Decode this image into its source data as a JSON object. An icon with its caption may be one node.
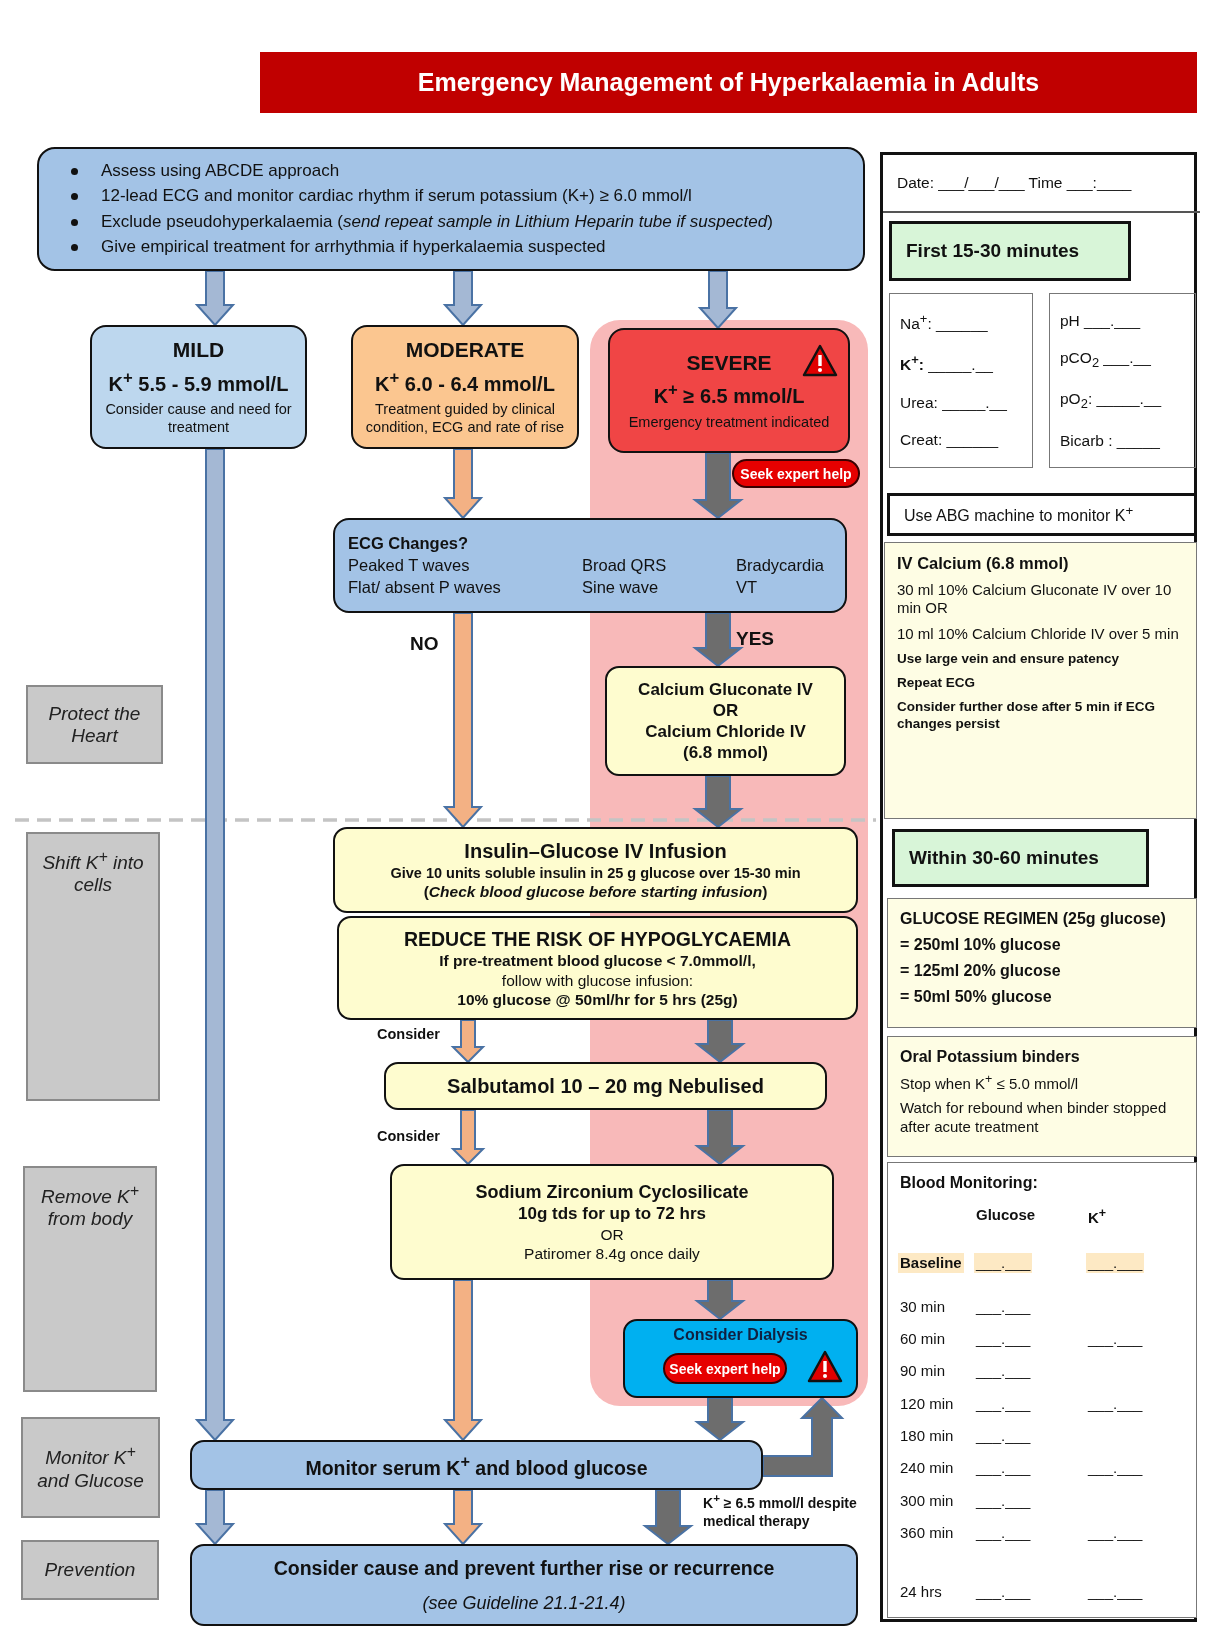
{
  "diagram": {
    "title": "Emergency Management of Hyperkalaemia in Adults",
    "nodes": [
      {
        "text": [
          "Assess using ABCDE approach",
          "12-lead ECG and monitor cardiac rhythm if serum potassium (K+) ≥ 6.0 mmol/l",
          "Exclude pseudohyperkalaemia (*send repeat sample in Lithium Heparin tube if suspected*)",
          "Give empirical treatment for arrhythmia if hyperkalaemia suspected"
        ]
      },
      {
        "text": [
          "MILD",
          "K$^{+}$ 5.5 - 5.9 mmol/L",
          "Consider cause and need for treatment"
        ]
      },
      {
        "text": [
          "MODERATE",
          "K$^{+}$ 6.0 - 6.4 mmol/L",
          "Treatment guided by clinical condition, ECG and rate of rise"
        ]
      },
      {
        "text": [
          "SEVERE",
          "K$^{+}$ ≥ 6.5 mmol/L",
          "Emergency treatment indicated"
        ]
      },
      {
        "text": [
          "Seek expert help"
        ]
      },
      {
        "text": [
          "ECG Changes?",
          "Peaked T waves",
          "Broad QRS",
          "Bradycardia",
          "Flat/ absent P waves",
          "Sine wave",
          "VT"
        ]
      },
      {
        "text": [
          "Calcium Gluconate IV",
          "OR",
          "Calcium Chloride IV",
          "(6.8 mmol)"
        ]
      },
      {
        "text": [
          "Insulin–Glucose IV Infusion",
          "Give 10 units soluble insulin in 25 g glucose over 15-30 min",
          "(*Check blood glucose before starting infusion*)"
        ]
      },
      {
        "text": [
          "REDUCE THE RISK OF HYPOGLYCAEMIA",
          "If pre-treatment blood glucose < 7.0mmol/l,",
          "follow with glucose infusion:",
          "10% glucose @ 50ml/hr for 5 hrs (25g)"
        ]
      },
      {
        "text": [
          "Salbutamol 10 – 20 mg Nebulised"
        ]
      },
      {
        "text": [
          "Sodium Zirconium Cyclosilicate",
          "10g tds for up to 72 hrs",
          "OR",
          "Patiromer 8.4g once daily"
        ]
      },
      {
        "text": [
          "Consider Dialysis"
        ]
      },
      {
        "text": [
          "Seek expert help"
        ],
        "in": 11
      },
      {
        "text": [
          "Monitor serum K$^{+}$ and blood glucose"
        ]
      },
      {
        "text": [
          "Consider cause and prevent further rise or recurrence",
          "(see Guideline 21.1-21.4)"
        ]
      },
      {
        "text": [
          "Protect the Heart"
        ]
      },
      {
        "text": [
          "Shift K$^{+}$ into cells"
        ]
      },
      {
        "text": [
          "Remove K$^{+}$ from body"
        ]
      },
      {
        "text": [
          "Monitor K$^{+}$ and Glucose"
        ]
      },
      {
        "text": [
          "Prevention"
        ]
      },
      {
        "text": [],
        "shape": "box"
      },
      {
        "text": [
          "Date: ___/___/___ Time ___:____"
        ],
        "in": 20
      },
      {
        "text": [
          "First 15-30 minutes"
        ],
        "in": 20
      },
      {
        "text": [
          "Na$^{+}$: ______",
          "**K$^{+}$:** _____.__",
          "Urea: _____.__",
          "Creat: ______"
        ],
        "in": 20
      },
      {
        "text": [
          "pH ___.___",
          "pCO$_{2}$ ___.__",
          "pO$_{2}$: _____.__",
          "Bicarb : _____"
        ],
        "in": 20
      },
      {
        "text": [
          "Use ABG machine to monitor K$^{+}$"
        ],
        "in": 20
      },
      {
        "text": [
          "IV Calcium (6.8 mmol)",
          "30 ml 10% Calcium Gluconate IV over 10 min OR",
          "10 ml 10% Calcium Chloride IV over 5 min",
          "Use large vein and ensure patency",
          "Repeat ECG",
          "Consider further dose after 5 min if ECG changes persist"
        ],
        "in": 20
      },
      {
        "text": [
          "Within 30-60 minutes"
        ],
        "in": 20
      },
      {
        "text": [
          "GLUCOSE REGIMEN (25g glucose)",
          "= 250ml 10% glucose",
          "= 125ml 20% glucose",
          "= 50ml 50% glucose"
        ],
        "in": 20
      },
      {
        "text": [
          "Oral Potassium binders",
          "Stop when K$^{+}$ ≤ 5.0 mmol/l",
          "Watch for rebound when binder stopped after acute treatment"
        ],
        "in": 20
      },
      {
        "text": [
          "Blood Monitoring:"
        ],
        "in": 20
      }
    ],
    "edges": [
      {
        "from": 0,
        "to": 1,
        "arrow": "to",
        "color": "#a4b8d4"
      },
      {
        "from": 0,
        "to": 2,
        "arrow": "to",
        "color": "#a4b8d4"
      },
      {
        "from": 0,
        "to": 3,
        "arrow": "to",
        "color": "#a4b8d4"
      },
      {
        "from": 2,
        "to": 5,
        "arrow": "to",
        "color": "#f3b184"
      },
      {
        "from": 3,
        "to": 5,
        "arrow": "to"
      },
      {
        "from": 5,
        "to": 7,
        "arrow": "to",
        "label": "NO",
        "color": "#f3b184"
      },
      {
        "from": 5,
        "to": 6,
        "arrow": "to",
        "label": "YES"
      },
      {
        "from": 6,
        "to": 7,
        "arrow": "to"
      },
      {
        "from": 1,
        "to": 13,
        "arrow": "to",
        "color": "#a4b8d4"
      },
      {
        "from": 8,
        "to": 9,
        "arrow": "to",
        "label": "Consider",
        "color": "#f3b184"
      },
      {
        "from": 8,
        "to": 9,
        "arrow": "to"
      },
      {
        "from": 9,
        "to": 10,
        "arrow": "to",
        "label": "Consider",
        "color": "#f3b184"
      },
      {
        "from": 9,
        "to": 10,
        "arrow": "to"
      },
      {
        "from": 10,
        "to": 13,
        "arrow": "to",
        "color": "#f3b184"
      },
      {
        "from": 10,
        "to": 11,
        "arrow": "to"
      },
      {
        "from": 11,
        "to": 13,
        "arrow": "to"
      },
      {
        "from": 13,
        "to": 11,
        "arrow": "to",
        "label": "K$^{+}$ ≥ 6.5 mmol/l despite medical therapy"
      },
      {
        "from": 13,
        "to": 14,
        "arrow": "to",
        "color": "#a4b8d4"
      },
      {
        "from": 13,
        "to": 14,
        "arrow": "to",
        "color": "#f3b184"
      },
      {
        "from": 13,
        "to": 14,
        "arrow": "to"
      }
    ],
    "labels": [
      "Glucose",
      "K$^{+}$",
      "Baseline",
      "___.___",
      "___.___",
      "30 min",
      "___.___",
      "60 min",
      "___.___",
      "___.___",
      "90 min",
      "___.___",
      "120 min",
      "___.___",
      "___.___",
      "180 min",
      "___.___",
      "240 min",
      "___.___",
      "___.___",
      "300 min",
      "___.___",
      "360 min",
      "___.___",
      "___.___",
      "24 hrs",
      "___.___",
      "___.___"
    ]
  }
}
